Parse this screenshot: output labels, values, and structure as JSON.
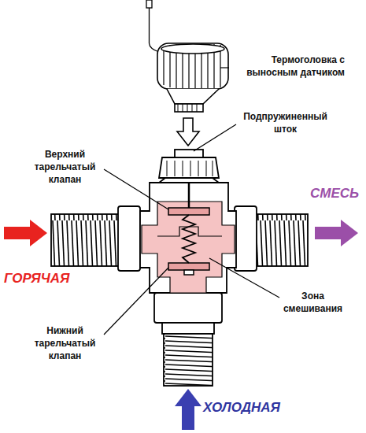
{
  "diagram": {
    "labels": [
      "Термоголовка с выносным датчиком",
      "Подпружиненный шток",
      "Верхний тарельчатый клапан",
      "СМЕСЬ",
      "ГОРЯЧАЯ",
      "Зона смешивания",
      "Нижний тарельчатый клапан",
      "ХОЛОДНАЯ"
    ]
  }
}
